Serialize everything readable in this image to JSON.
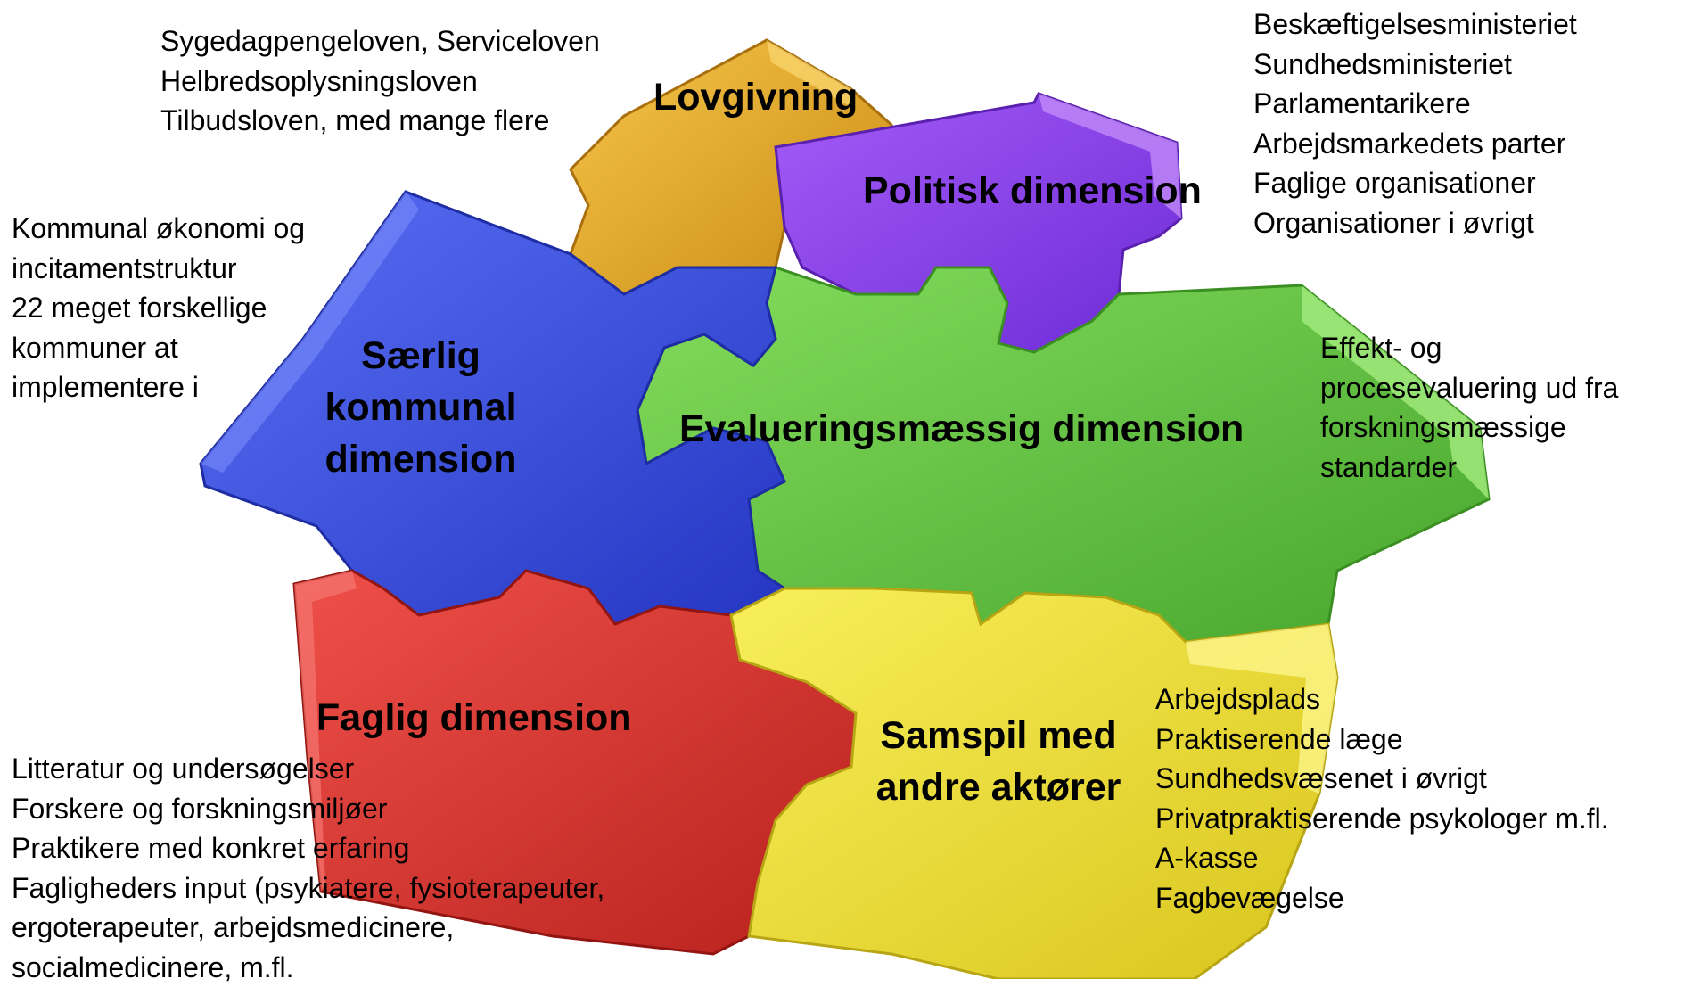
{
  "colors": {
    "orange": "#e7ae2e",
    "purple": "#8e46ef",
    "blue": "#3f56e6",
    "green": "#6bc648",
    "red": "#df3b35",
    "yellow": "#f2e63a",
    "text": "#000000",
    "background": "#ffffff"
  },
  "pieces": {
    "lovgivning": {
      "label": "Lovgivning",
      "details": [
        "Sygedagpengeloven, Serviceloven",
        "Helbredsoplysningsloven",
        "Tilbudsloven, med mange flere"
      ]
    },
    "politisk": {
      "label": "Politisk dimension",
      "details": [
        "Beskæftigelsesministeriet",
        "Sundhedsministeriet",
        "Parlamentarikere",
        "Arbejdsmarkedets parter",
        "Faglige organisationer",
        "Organisationer i øvrigt"
      ]
    },
    "kommunal": {
      "label_lines": [
        "Særlig",
        "kommunal",
        "dimension"
      ],
      "details": [
        "Kommunal økonomi og",
        "incitamentstruktur",
        "22 meget forskellige",
        "kommuner at",
        "implementere i"
      ]
    },
    "evaluering": {
      "label": "Evalueringsmæssig dimension",
      "details": [
        "Effekt- og",
        "procesevaluering ud fra",
        "forskningsmæssige",
        "standarder"
      ]
    },
    "faglig": {
      "label": "Faglig dimension",
      "details": [
        "Litteratur og undersøgelser",
        "Forskere og forskningsmiljøer",
        "Praktikere med konkret erfaring",
        "Fagligheders input (psykiatere, fysioterapeuter,",
        "ergoterapeuter, arbejdsmedicinere,",
        "socialmedicinere, m.fl."
      ]
    },
    "samspil": {
      "label_lines": [
        "Samspil med",
        "andre aktører"
      ],
      "details": [
        "Arbejdsplads",
        "Praktiserende læge",
        "Sundhedsvæsenet i øvrigt",
        "Privatpraktiserende psykologer m.fl.",
        "A-kasse",
        "Fagbevægelse"
      ]
    }
  }
}
